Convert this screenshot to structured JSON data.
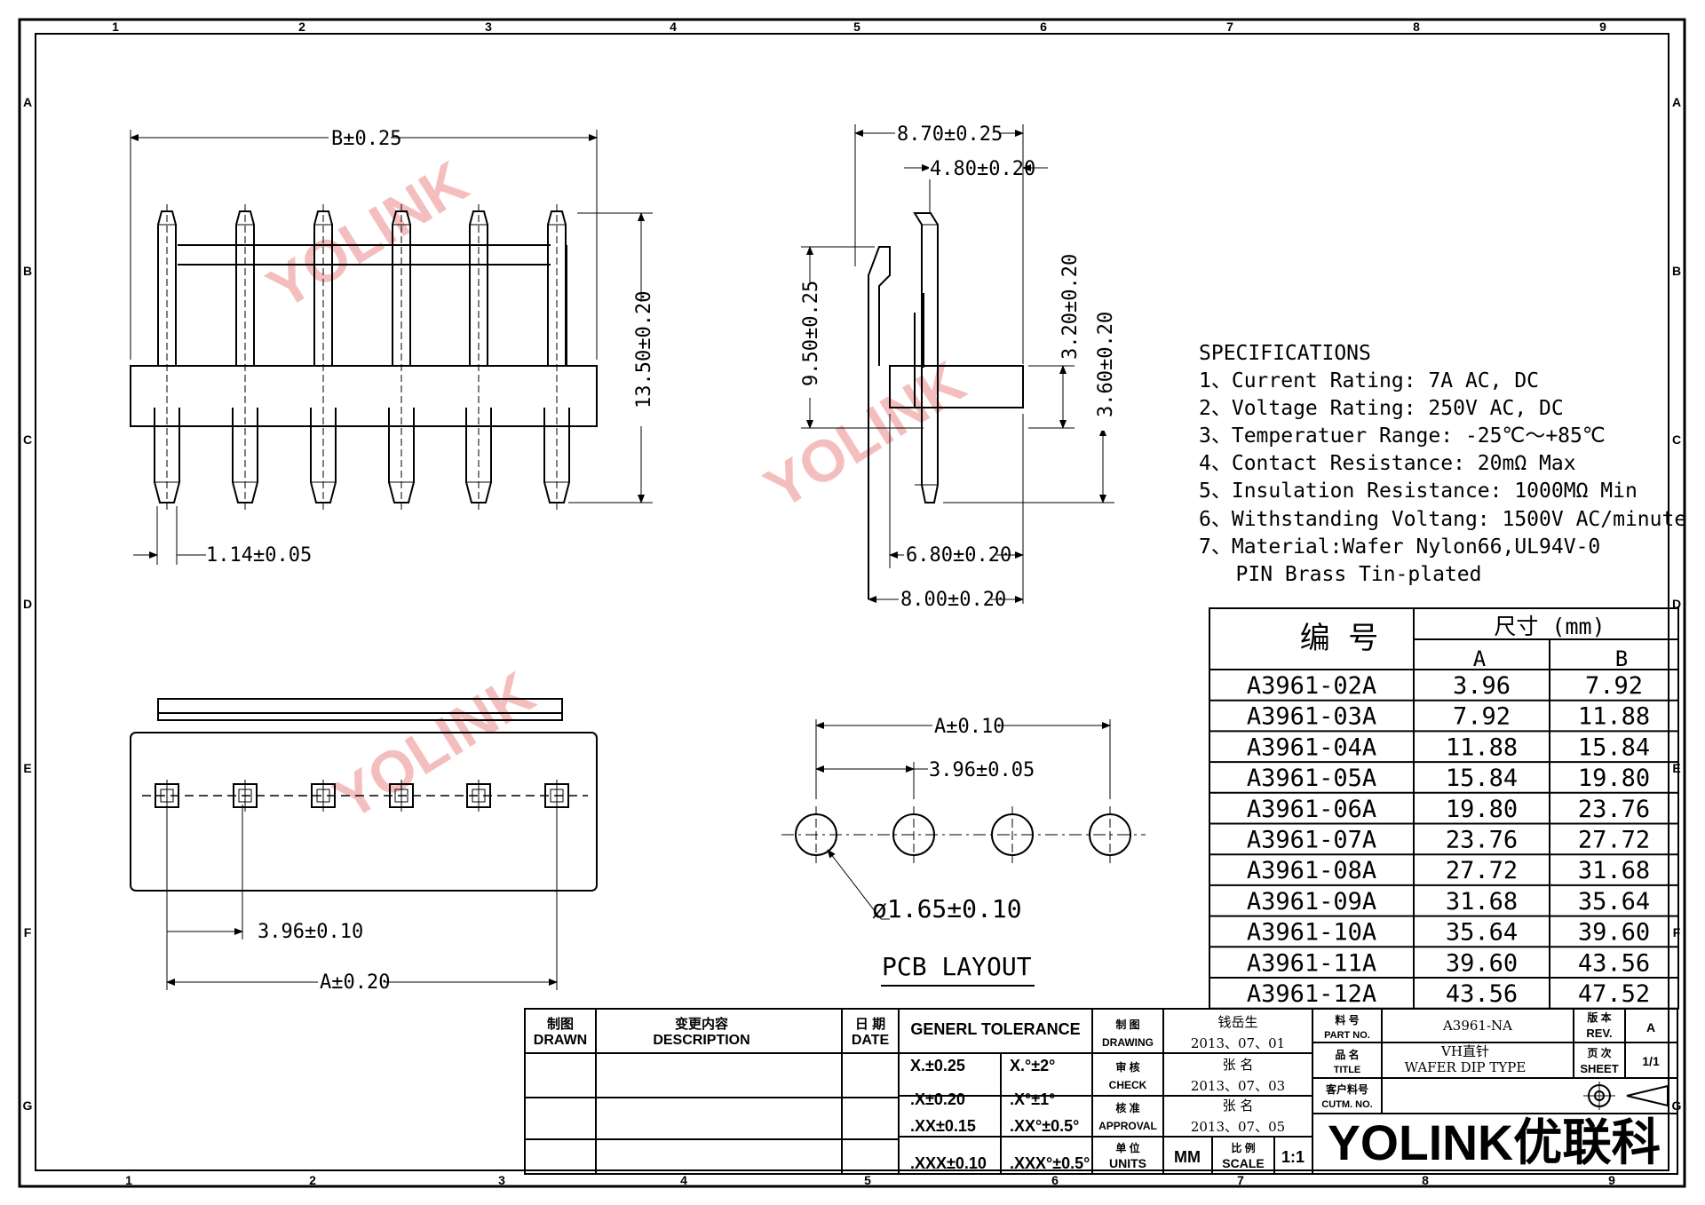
{
  "drawing": {
    "grid_cols": [
      "1",
      "2",
      "3",
      "4",
      "5",
      "6",
      "7",
      "8",
      "9"
    ],
    "grid_rows": [
      "A",
      "B",
      "C",
      "D",
      "E",
      "F",
      "G"
    ],
    "watermark": "YOLINK",
    "front_view": {
      "width_dim": "B±0.25",
      "height_dim": "13.50±0.20",
      "pin_dim": "1.14±0.05"
    },
    "side_view": {
      "dims": [
        "8.70±0.25",
        "4.80±0.20",
        "9.50±0.25",
        "3.20±0.20",
        "3.60±0.20",
        "6.80±0.20",
        "8.00±0.20"
      ]
    },
    "top_view": {
      "pitch_dim": "3.96±0.10",
      "span_dim": "A±0.20"
    },
    "pcb_layout": {
      "title": "PCB LAYOUT",
      "span_dim": "A±0.10",
      "pitch_dim": "3.96±0.05",
      "hole_dim": "ø1.65±0.10"
    },
    "specifications": {
      "heading": "SPECIFICATIONS",
      "lines": [
        "1、Current Rating: 7A AC, DC",
        "2、Voltage Rating: 250V AC, DC",
        "3、Temperatuer Range: -25℃～+85℃",
        "4、Contact Resistance: 20mΩ Max",
        "5、Insulation Resistance: 1000MΩ Min",
        "6、Withstanding Voltang: 1500V AC/minute",
        "7、Material:Wafer Nylon66,UL94V-0",
        "   PIN Brass Tin-plated"
      ]
    },
    "dimension_table": {
      "col_code": "编 号",
      "col_size": "尺寸 (mm)",
      "col_a": "A",
      "col_b": "B",
      "rows": [
        [
          "A3961-02A",
          "3.96",
          "7.92"
        ],
        [
          "A3961-03A",
          "7.92",
          "11.88"
        ],
        [
          "A3961-04A",
          "11.88",
          "15.84"
        ],
        [
          "A3961-05A",
          "15.84",
          "19.80"
        ],
        [
          "A3961-06A",
          "19.80",
          "23.76"
        ],
        [
          "A3961-07A",
          "23.76",
          "27.72"
        ],
        [
          "A3961-08A",
          "27.72",
          "31.68"
        ],
        [
          "A3961-09A",
          "31.68",
          "35.64"
        ],
        [
          "A3961-10A",
          "35.64",
          "39.60"
        ],
        [
          "A3961-11A",
          "39.60",
          "43.56"
        ],
        [
          "A3961-12A",
          "43.56",
          "47.52"
        ]
      ]
    },
    "title_block": {
      "drawn_cn": "制图",
      "drawn_en": "DRAWN",
      "desc_cn": "变更内容",
      "desc_en": "DESCRIPTION",
      "date_cn": "日 期",
      "date_en": "DATE",
      "tolerance_title": "GENERL TOLERANCE",
      "tol_lin": [
        "X.±0.25",
        ".X±0.20",
        ".XX±0.15",
        ".XXX±0.10"
      ],
      "tol_ang": [
        "X.°±2°",
        ".X°±1°",
        ".XX°±0.5°",
        ".XXX°±0.5°"
      ],
      "drawing_cn": "制 图",
      "drawing_en": "DRAWING",
      "drawing_name": "钱岳生",
      "drawing_date": "2013、07、01",
      "check_cn": "审 核",
      "check_en": "CHECK",
      "check_name": "张 名",
      "check_date": "2013、07、03",
      "approval_cn": "核 准",
      "approval_en": "APPROVAL",
      "approval_name": "张 名",
      "approval_date": "2013、07、05",
      "units_cn": "单 位",
      "units_en": "UNITS",
      "units_val": "MM",
      "scale_cn": "比 例",
      "scale_en": "SCALE",
      "scale_val": "1:1",
      "partno_cn": "料 号",
      "partno_en": "PART NO.",
      "partno_val": "A3961-NA",
      "title_cn": "品 名",
      "title_en": "TITLE",
      "title_val1": "VH直针",
      "title_val2": "WAFER DIP TYPE",
      "cust_cn": "客户料号",
      "cust_en": "CUTM. NO.",
      "rev_cn": "版 本",
      "rev_en": "REV.",
      "rev_val": "A",
      "sheet_cn": "页 次",
      "sheet_en": "SHEET",
      "sheet_val": "1/1",
      "logo": "YOLINK优联科"
    }
  }
}
